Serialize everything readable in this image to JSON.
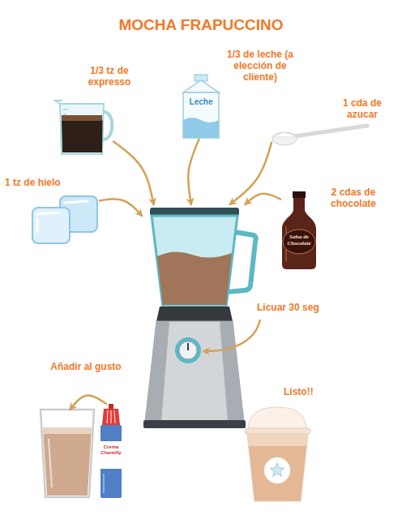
{
  "diagram": {
    "title": "MOCHA FRAPUCCINO",
    "nodes": [
      {
        "text": [
          "1/3 tz de expresso"
        ]
      },
      {
        "text": [
          "1/3 de leche (a elección de cliente)",
          "Leche"
        ]
      },
      {
        "text": [
          "1 cda de azucar"
        ]
      },
      {
        "text": [
          "1 tz de hielo"
        ]
      },
      {
        "text": [
          "2 cdas de chocolate",
          "Salsa de Chocolate"
        ]
      },
      {
        "text": [
          "Licuar 30 seg"
        ]
      },
      {
        "text": [
          "Añadir al gusto"
        ]
      },
      {
        "text": [
          "Crema Chantilly"
        ]
      },
      {
        "text": [
          "Listo!!"
        ]
      }
    ],
    "edges": [
      {
        "from": 0,
        "to": 5,
        "arrow": "to"
      },
      {
        "from": 1,
        "to": 5,
        "arrow": "to"
      },
      {
        "from": 2,
        "to": 5,
        "arrow": "to"
      },
      {
        "from": 3,
        "to": 5,
        "arrow": "to"
      },
      {
        "from": 4,
        "to": 5,
        "arrow": "to"
      },
      {
        "from": 7,
        "to": 6,
        "arrow": "to"
      }
    ]
  }
}
